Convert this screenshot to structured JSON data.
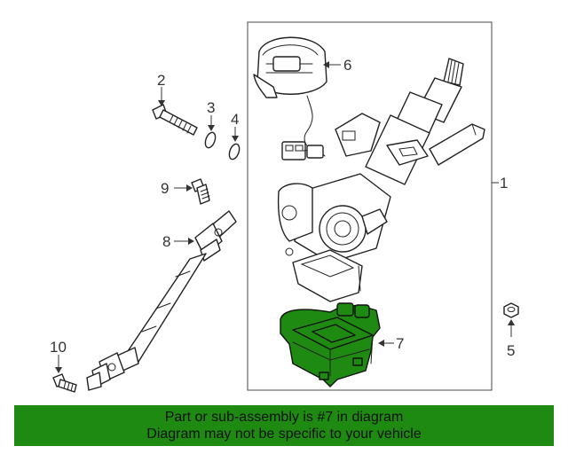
{
  "callouts": {
    "c1": "1",
    "c2": "2",
    "c3": "3",
    "c4": "4",
    "c5": "5",
    "c6": "6",
    "c7": "7",
    "c8": "8",
    "c9": "9",
    "c10": "10"
  },
  "banner": {
    "line1": "Part or sub-assembly is #7 in diagram",
    "line2": "Diagram may not be specific to your vehicle"
  },
  "highlight": {
    "part": "7",
    "color": "#1f8a12"
  }
}
